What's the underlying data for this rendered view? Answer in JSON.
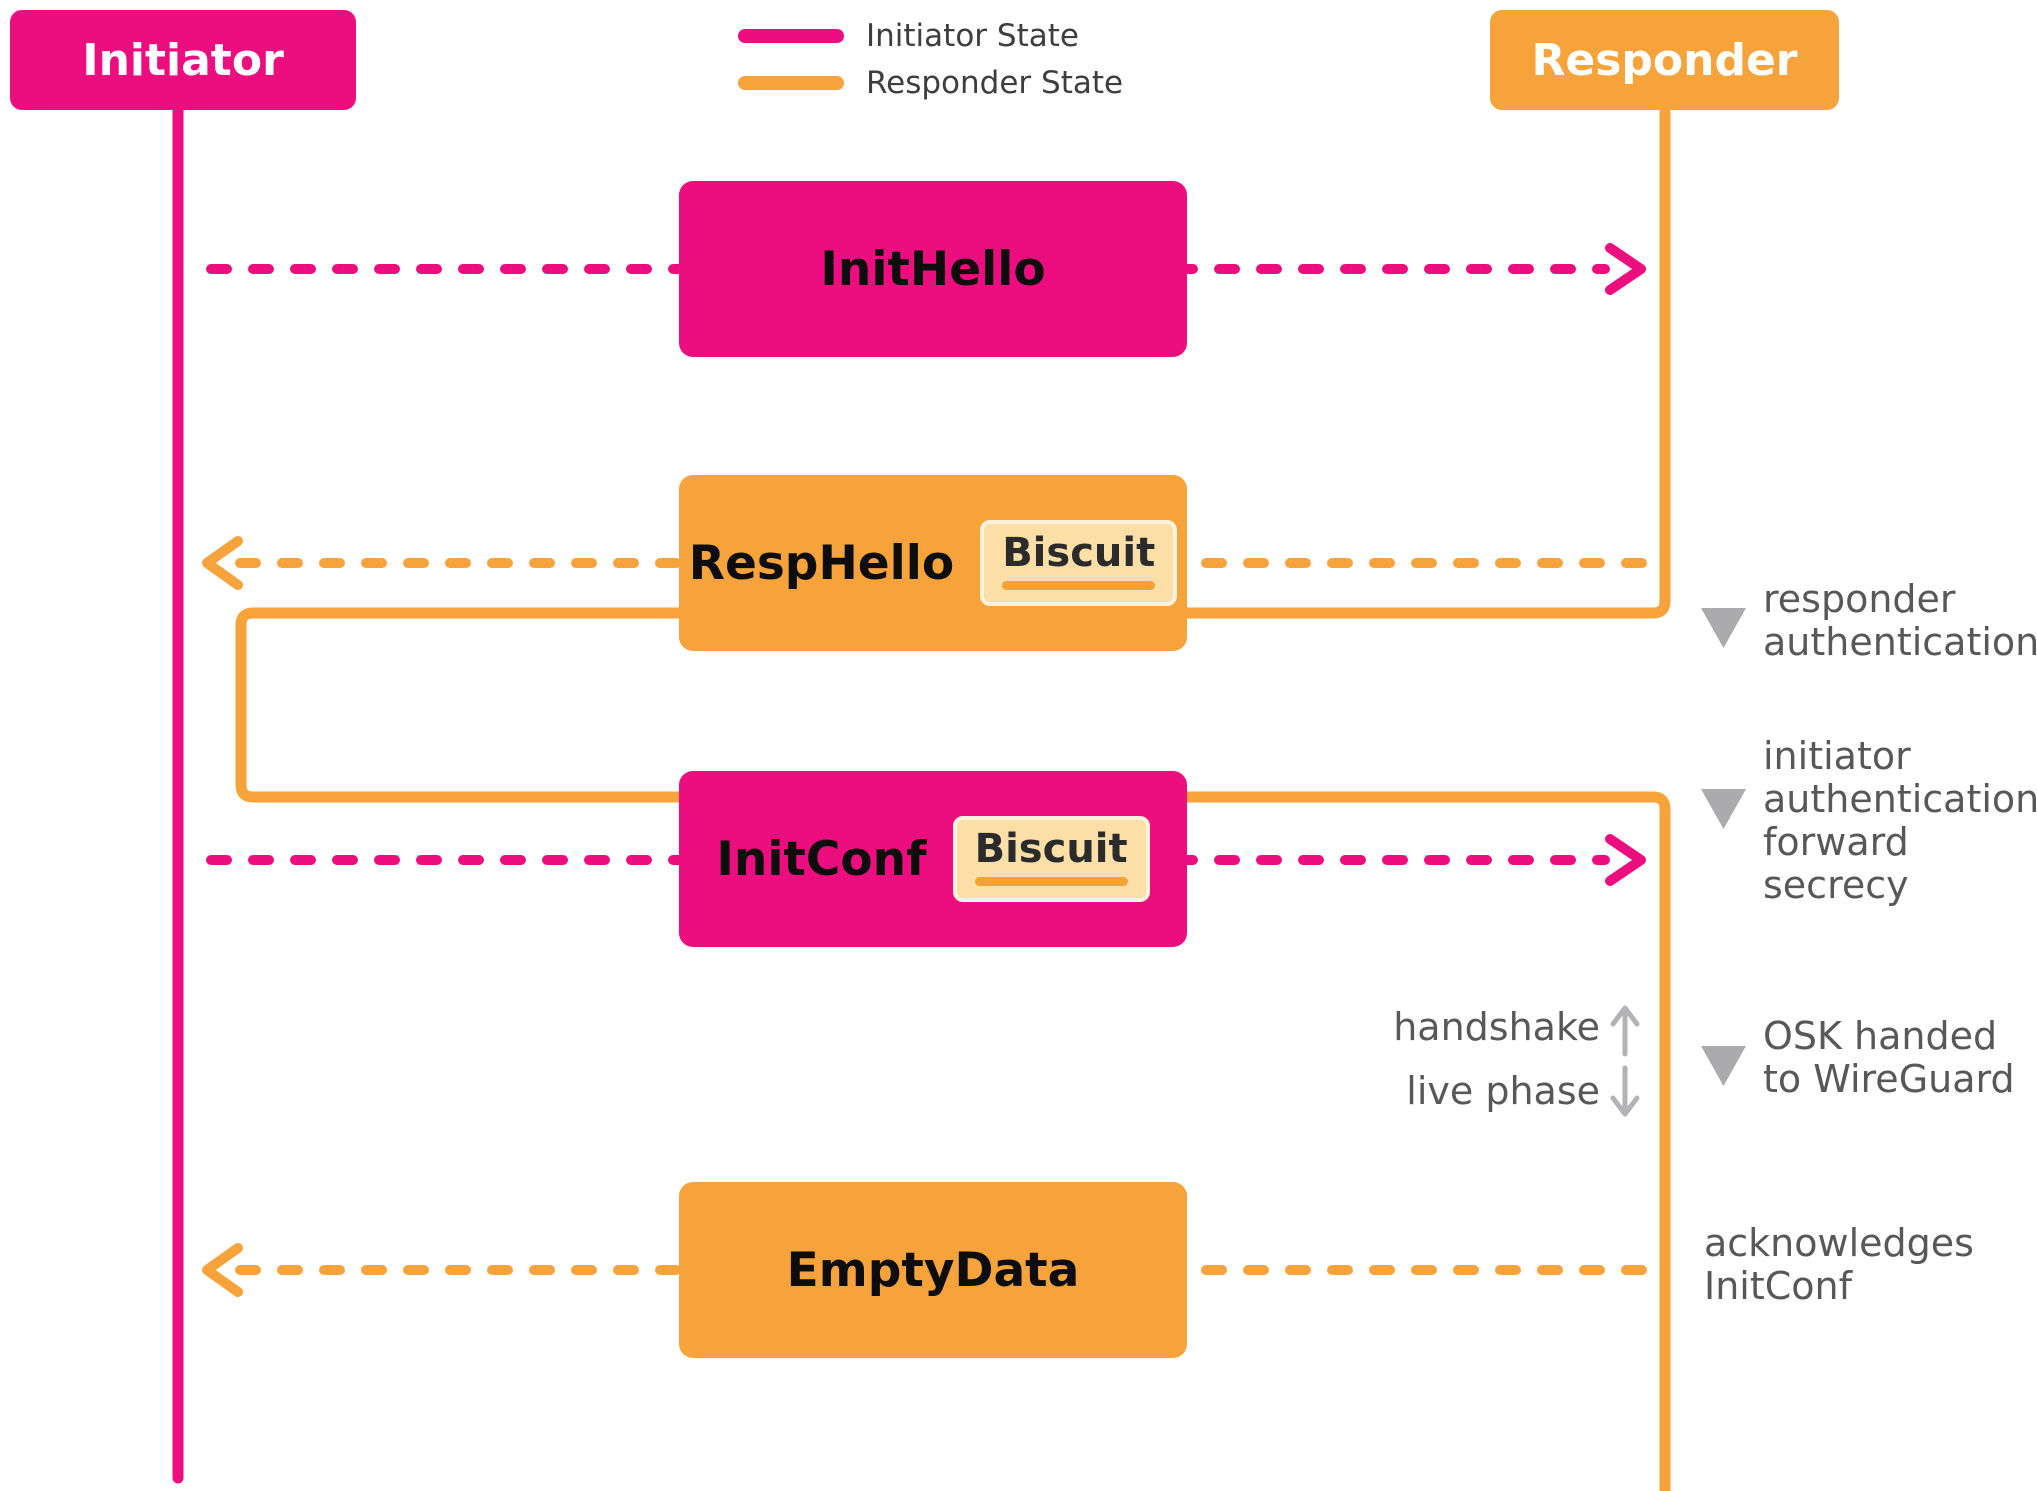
{
  "actors": {
    "initiator": {
      "label": "Initiator"
    },
    "responder": {
      "label": "Responder"
    }
  },
  "legend": {
    "items": [
      {
        "label": "Initiator State",
        "color": "#EC0E7F"
      },
      {
        "label": "Responder State",
        "color": "#F6A33C"
      }
    ]
  },
  "messages": [
    {
      "label": "InitHello",
      "state": "initiator",
      "direction": "right",
      "has_biscuit": false
    },
    {
      "label": "RespHello",
      "state": "responder",
      "direction": "left",
      "has_biscuit": true,
      "biscuit_label": "Biscuit"
    },
    {
      "label": "InitConf",
      "state": "initiator",
      "direction": "right",
      "has_biscuit": true,
      "biscuit_label": "Biscuit"
    },
    {
      "label": "EmptyData",
      "state": "responder",
      "direction": "left",
      "has_biscuit": false
    }
  ],
  "annotations": {
    "responder_auth": "responder\nauthentication",
    "initiator_auth": "initiator\nauthentication,\nforward secrecy",
    "osk": "OSK handed\nto WireGuard",
    "handshake": "handshake",
    "live_phase": "live phase",
    "ack": "acknowledges\nInitConf"
  },
  "colors": {
    "initiator_pink": "#EC0E7F",
    "responder_orange": "#F6A33C",
    "biscuit_fill": "#FBDFA6",
    "biscuit_border": "#FDF2DC",
    "biscuit_bar": "#F3A238",
    "annotation_gray": "#58585B",
    "marker_gray": "#ABABAE"
  }
}
